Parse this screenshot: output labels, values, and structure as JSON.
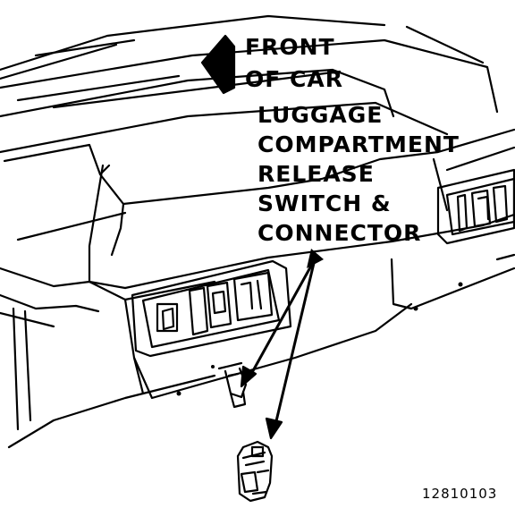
{
  "labels": {
    "front_line1": "FRONT",
    "front_line2": "OF CAR",
    "callout_line1": "LUGGAGE",
    "callout_line2": "COMPARTMENT",
    "callout_line3": "RELEASE",
    "callout_line4": "SWITCH &",
    "callout_line5": "CONNECTOR",
    "figure_code": "12810103"
  },
  "colors": {
    "ink": "#000000",
    "paper": "#ffffff"
  },
  "icons": {
    "direction": "left-arrow-icon"
  }
}
